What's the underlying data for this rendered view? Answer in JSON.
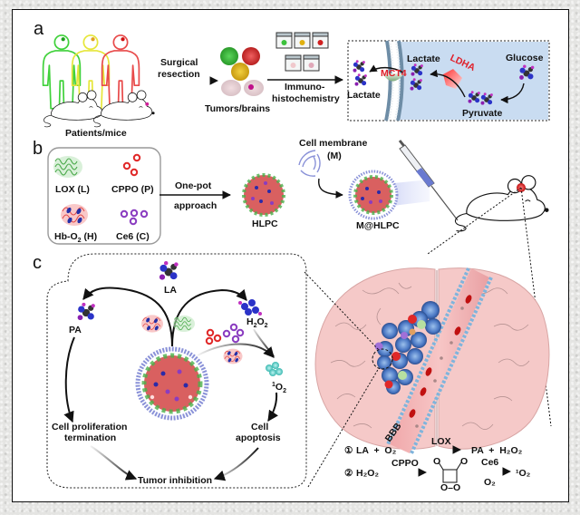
{
  "panels": {
    "a": {
      "letter": "a",
      "patients_label": "Patients/mice",
      "step1_label_line1": "Surgical",
      "step1_label_line2": "resection",
      "tumors_label": "Tumors/brains",
      "step2_label_line1": "Immuno-",
      "step2_label_line2": "histochemistry",
      "inset": {
        "lactate_out": "Lactate",
        "transporter": "MCT4",
        "lactate_in": "Lactate",
        "enzyme": "LDHA",
        "glucose": "Glucose",
        "pyruvate": "Pyruvate"
      },
      "patient_colors": [
        "#3fd13a",
        "#eaea3a",
        "#e84a4a"
      ]
    },
    "b": {
      "letter": "b",
      "components": [
        {
          "label": "LOX (L)",
          "icon": "lox-protein-icon"
        },
        {
          "label": "CPPO (P)",
          "icon": "cppo-dots-icon"
        },
        {
          "label": "Hb-O",
          "sub": "2",
          "suffix": " (H)",
          "icon": "hemoglobin-icon"
        },
        {
          "label": "Ce6 (C)",
          "icon": "ce6-dots-icon"
        }
      ],
      "step_label_line1": "One-pot",
      "step_label_line2": "approach",
      "product1": "HLPC",
      "membrane_label_line1": "Cell membrane",
      "membrane_label_line2": "(M)",
      "product2": "M@HLPC"
    },
    "c": {
      "letter": "c",
      "la": "LA",
      "pa": "PA",
      "h2o2": {
        "base": "H",
        "sub1": "2",
        "mid": "O",
        "sub2": "2"
      },
      "singlet_o2": {
        "sup": "1",
        "base": "O",
        "sub": "2"
      },
      "left_outcome_line1": "Cell proliferation",
      "left_outcome_line2": "termination",
      "right_outcome_line1": "Cell",
      "right_outcome_line2": "apoptosis",
      "final_outcome": "Tumor inhibition",
      "bbb_label": "BBB",
      "reactions": [
        {
          "num": "①",
          "left": "LA  +  O₂",
          "catalyst": "LOX",
          "right": "PA  +  H₂O₂"
        },
        {
          "num": "②",
          "left": "H₂O₂",
          "catalyst": "CPPO",
          "catalyst2_top": "Ce6",
          "catalyst2_bottom": "O₂",
          "right": "¹O₂"
        }
      ]
    }
  }
}
